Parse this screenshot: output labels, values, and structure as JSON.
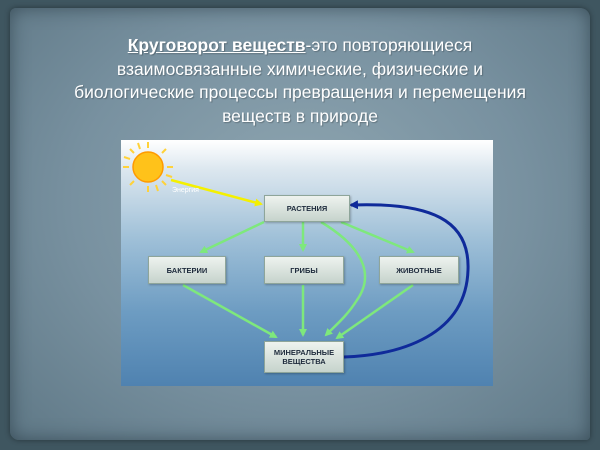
{
  "heading": {
    "term": "Круговорот веществ",
    "line1_rest": "-это повторяющиеся",
    "line2": "взаимосвязанные химические, физические и",
    "line3": "биологические процессы превращения и перемещения",
    "line4": "веществ в природе"
  },
  "diagram": {
    "energy_label": "Энергия",
    "nodes": {
      "plants": "РАСТЕНИЯ",
      "bacteria": "БАКТЕРИИ",
      "fungi": "ГРИБЫ",
      "animals": "ЖИВОТНЫЕ",
      "minerals_line1": "МИНЕРАЛЬНЫЕ",
      "minerals_line2": "ВЕЩЕСТВА"
    },
    "colors": {
      "flow_arrow": "#7ee87c",
      "return_arrow": "#0f2a9a",
      "energy_arrow": "#f4f000",
      "sun": "#ffc21a"
    },
    "icons": [
      "sun-icon"
    ]
  }
}
